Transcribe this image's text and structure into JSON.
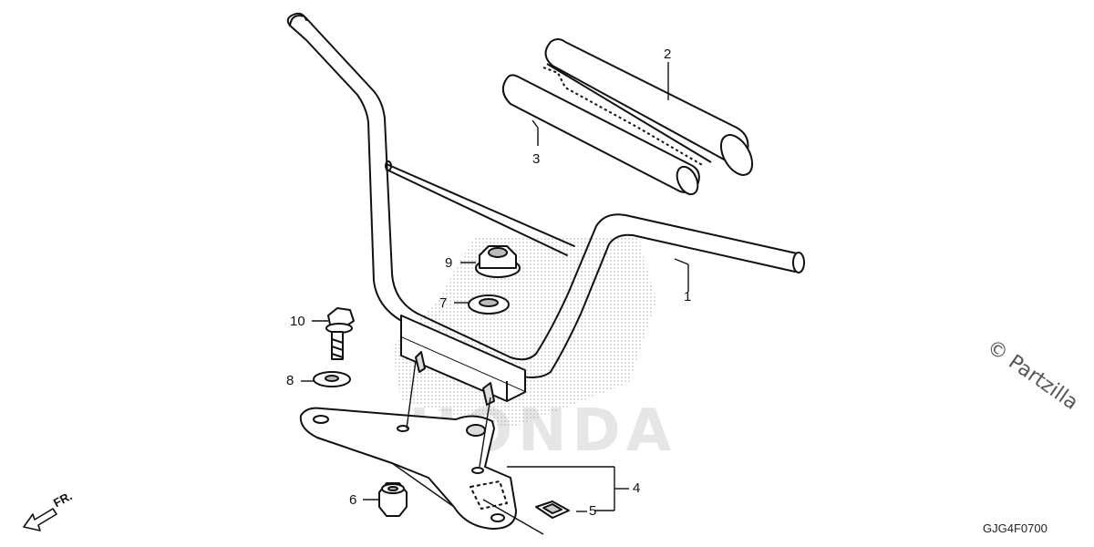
{
  "diagram": {
    "code": "GJG4F0700",
    "watermark": "© Partzilla",
    "front_direction_label": "FR.",
    "background_brand": "HONDA",
    "callouts": [
      {
        "id": "1",
        "label": "1"
      },
      {
        "id": "2",
        "label": "2"
      },
      {
        "id": "3",
        "label": "3"
      },
      {
        "id": "4",
        "label": "4"
      },
      {
        "id": "5",
        "label": "5"
      },
      {
        "id": "6",
        "label": "6"
      },
      {
        "id": "7",
        "label": "7"
      },
      {
        "id": "8",
        "label": "8"
      },
      {
        "id": "9",
        "label": "9"
      },
      {
        "id": "10",
        "label": "10"
      }
    ]
  },
  "colors": {
    "line": "#111111",
    "halftone": "#d9d9d9",
    "background": "#ffffff"
  }
}
